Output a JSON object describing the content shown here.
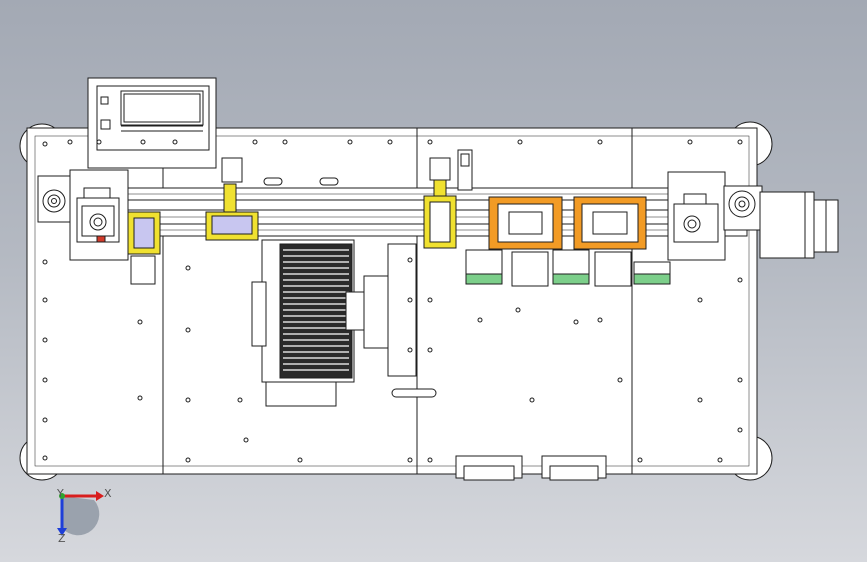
{
  "view": {
    "background_top": "#a3a9b4",
    "background_bottom": "#d6d8dd"
  },
  "colors": {
    "line": "#1e1e1e",
    "plate": "#ffffff",
    "yellow": "#f0e130",
    "orange": "#f29b25",
    "green": "#7ccf8a",
    "lavender": "#c8c6f0",
    "red": "#d23a2a",
    "axis_x": "#d81e1e",
    "axis_y": "#2fa52f",
    "axis_z": "#1e3fd8"
  },
  "axis_triad": {
    "x_label": "X",
    "y_label": "Y",
    "z_label": "Z",
    "icon": "coordinate-triad-icon"
  }
}
